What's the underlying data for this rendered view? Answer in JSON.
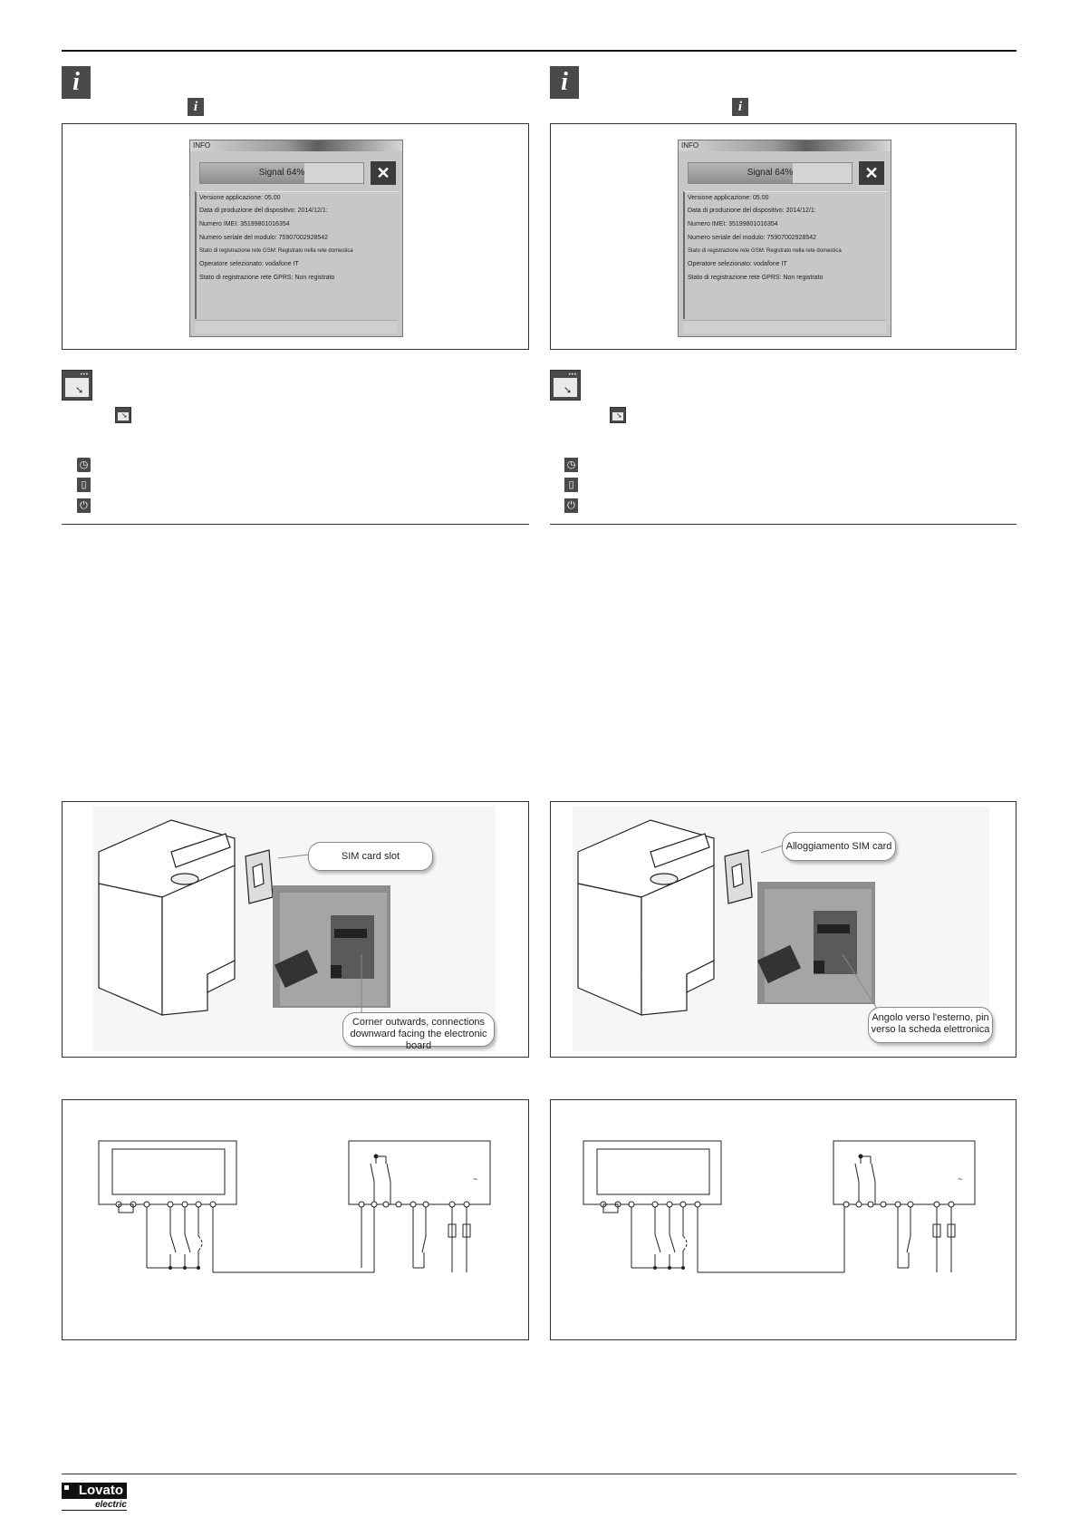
{
  "info_window": {
    "title": "INFO",
    "signal_label": "Signal 64%",
    "signal_level": 0.64,
    "close_symbol": "✕",
    "lines": [
      "Versione applicazione: 05.00",
      "Data di produzione del dispositivo: 2014/12/1:",
      "Numero IMEI: 351998010163​54",
      "Numero seriale del modulo: 75907002928542",
      "Stato di registrazione rete GSM: Registrato nella rete domestica",
      "Operatore selezionato: vodafone IT",
      "Stato di registrazione rete GPRS: Non registrato"
    ]
  },
  "icons": {
    "info": "i",
    "app_window": "app-window-icon",
    "clock": "clock-icon",
    "sim": "sim-icon",
    "power": "power-icon"
  },
  "sim_figure": {
    "left": {
      "slot_label": "SIM card slot",
      "orientation_label_1": "Corner outwards, connections",
      "orientation_label_2": "downward facing the electronic board"
    },
    "right": {
      "slot_label": "Alloggiamento SIM card",
      "orientation_label_1": "Angolo verso l'esterno, pin",
      "orientation_label_2": "verso la scheda elettronica"
    }
  },
  "wiring": {
    "ac_symbol": "~"
  },
  "logo": {
    "brand": "Lovato",
    "sub": "electric"
  }
}
